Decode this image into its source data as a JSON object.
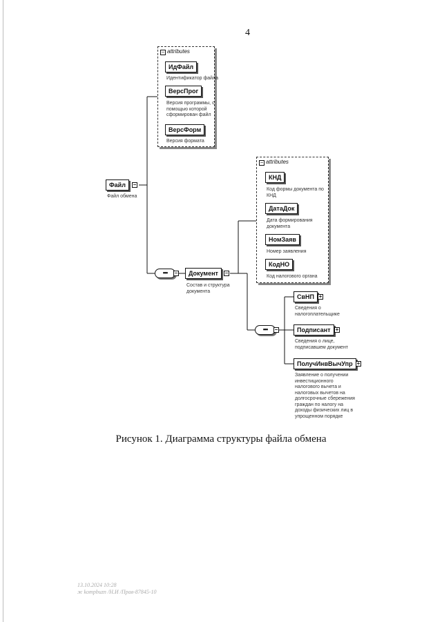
{
  "page_number": "4",
  "root": {
    "name": "Файл",
    "desc": [
      "Файл обмена"
    ]
  },
  "file_attributes": {
    "header": "attributes",
    "items": [
      {
        "name": "ИдФайл",
        "desc": [
          "Идентификатор файла"
        ]
      },
      {
        "name": "ВерсПрог",
        "desc": [
          "Версия программы, с",
          "помощью которой",
          "сформирован файл"
        ]
      },
      {
        "name": "ВерсФорм",
        "desc": [
          "Версия формата"
        ]
      }
    ]
  },
  "sequence_symbol": "•••",
  "document": {
    "name": "Документ",
    "desc": [
      "Состав и структура",
      "документа"
    ]
  },
  "document_attributes": {
    "header": "attributes",
    "items": [
      {
        "name": "КНД",
        "desc": [
          "Код формы документа по",
          "КНД"
        ]
      },
      {
        "name": "ДатаДок",
        "desc": [
          "Дата формирования",
          "документа"
        ]
      },
      {
        "name": "НомЗаяв",
        "desc": [
          "Номер заявления"
        ]
      },
      {
        "name": "КодНО",
        "desc": [
          "Код налогового органа"
        ]
      }
    ]
  },
  "document_children": [
    {
      "name": "СвНП",
      "desc": [
        "Сведения о",
        "налогоплательщике"
      ]
    },
    {
      "name": "Подписант",
      "desc": [
        "Сведения о лице,",
        "подписавшем документ"
      ]
    },
    {
      "name": "ПолучИнвВычУпр",
      "desc": [
        "Заявление о получении",
        "инвестиционного",
        "налогового вычета и",
        "налоговых вычетов на",
        "долгосрочные сбережения",
        "граждан по налогу на",
        "доходы физических лиц в",
        "упрощенном порядке"
      ]
    }
  ],
  "caption": "Рисунок 1. Диаграмма структуры файла обмена",
  "stamp": [
    "13.10.2024 10:28",
    "ж kompbuzn /Н.И /Прав-87845-10"
  ]
}
